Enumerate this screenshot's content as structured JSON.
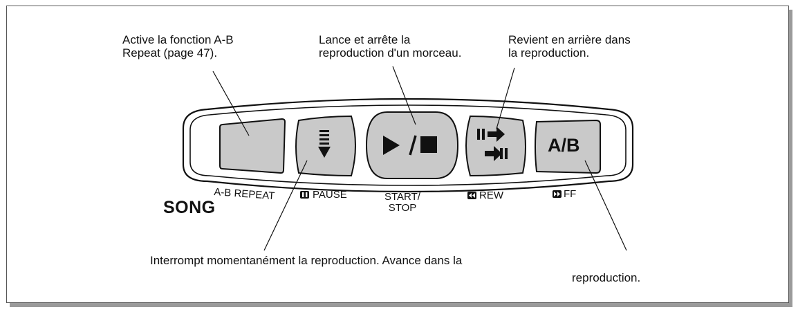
{
  "callouts": {
    "ab_repeat": "Active la fonction A-B\nRepeat (page 47).",
    "start_stop": "Lance et arrête la\nreproduction d'un morceau.",
    "rew": "Revient en arrière dans\nla reproduction.",
    "pause": "Interrompt momentanément la reproduction. Avance dans la",
    "ff": "reproduction."
  },
  "panel": {
    "section_label": "SONG",
    "buttons": {
      "start_stop_symbol": "►/■",
      "ab_symbol": "A/B"
    },
    "labels": {
      "ab_repeat": "A-B REPEAT",
      "pause": "PAUSE",
      "start_stop": "START/\nSTOP",
      "rew": "REW",
      "ff": "FF"
    }
  },
  "colors": {
    "button_fill": "#c9c9c9",
    "ink": "#111111",
    "shadow": "#9a9a9a"
  },
  "icons": [
    "pause-bars-icon",
    "play-arrow-icon",
    "stop-square-icon",
    "rewind-icon",
    "fast-forward-icon"
  ]
}
